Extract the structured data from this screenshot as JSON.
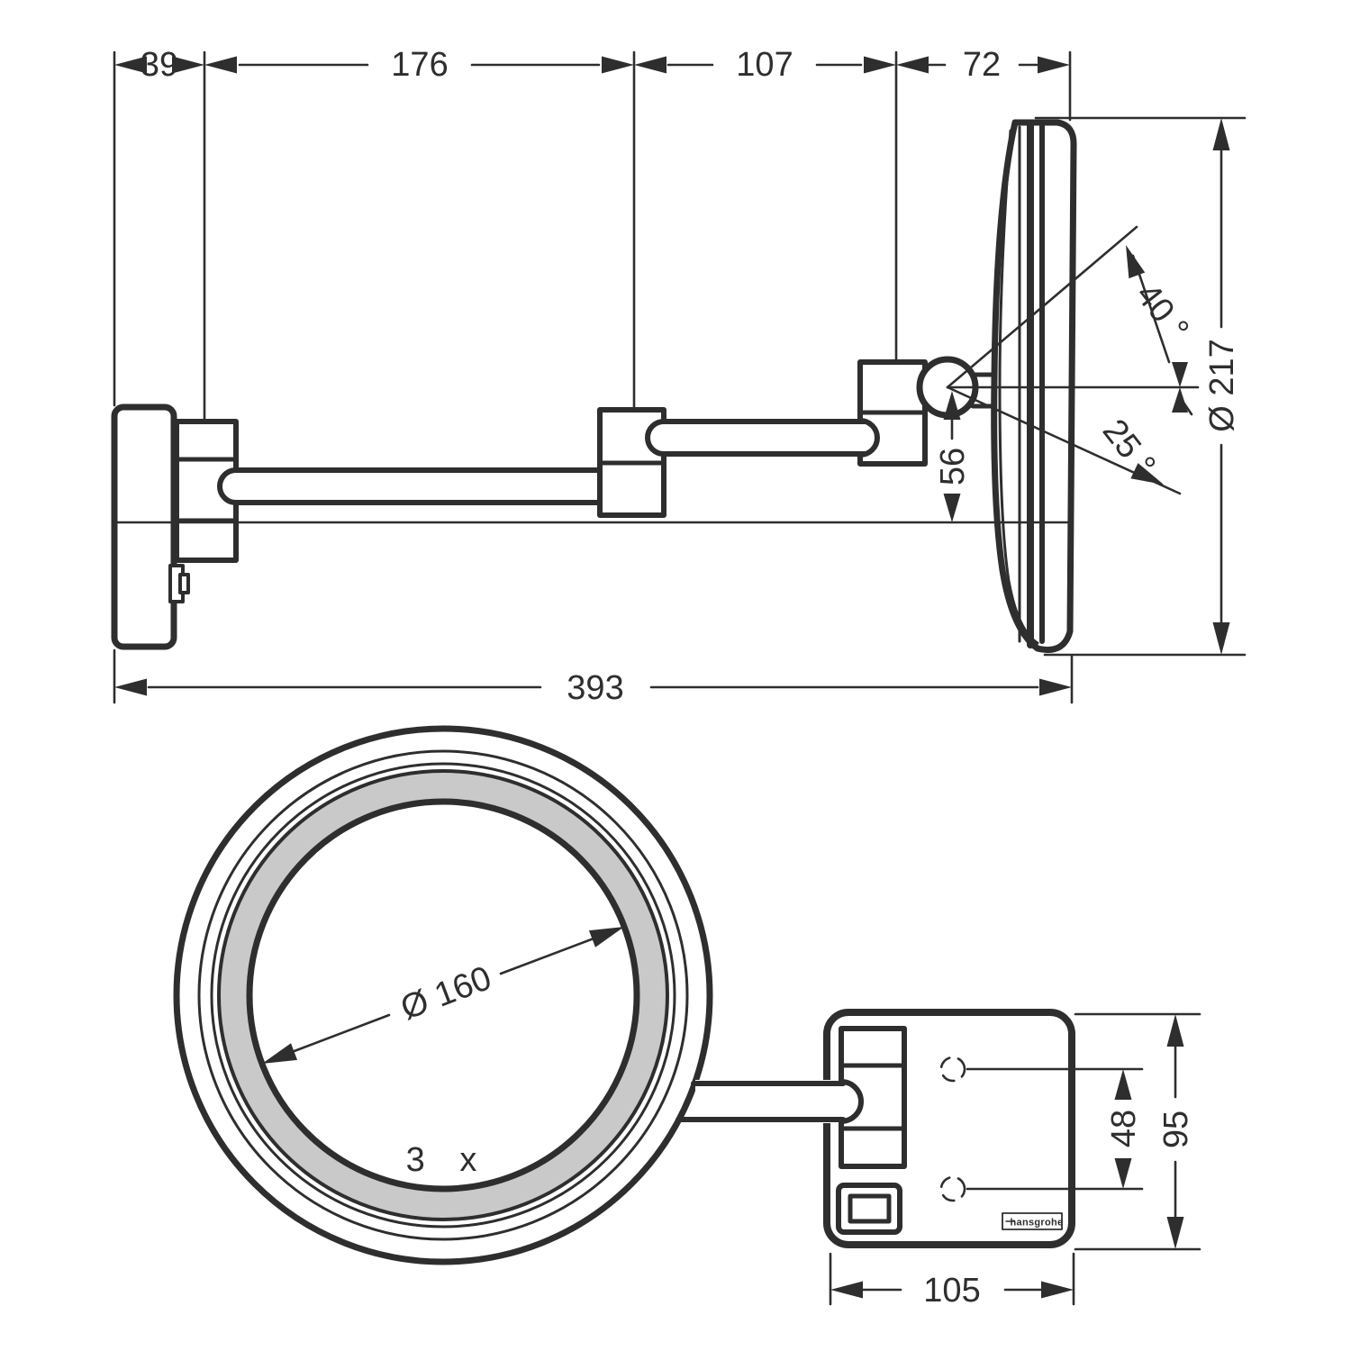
{
  "drawing": {
    "kind": "technical-dimension-drawing",
    "line_color": "#2e2e2e",
    "light_ring_color": "#c9c9c9",
    "side_view": {
      "dim_wall_offset": "39",
      "dim_arm1_length": "176",
      "dim_arm2_length": "107",
      "dim_head_depth": "72",
      "dim_total_reach": "393",
      "dim_head_diameter": "Ø 217",
      "dim_tilt_up_angle": "40 °",
      "dim_tilt_down_angle": "25 °",
      "dim_ball_offset": "56"
    },
    "front_view": {
      "dim_mirror_diameter": "Ø 160",
      "magnification": "3 x",
      "dim_hole_spacing": "48",
      "dim_plate_height": "95",
      "dim_plate_width": "105",
      "brand_logo": "hansgrohe"
    }
  }
}
